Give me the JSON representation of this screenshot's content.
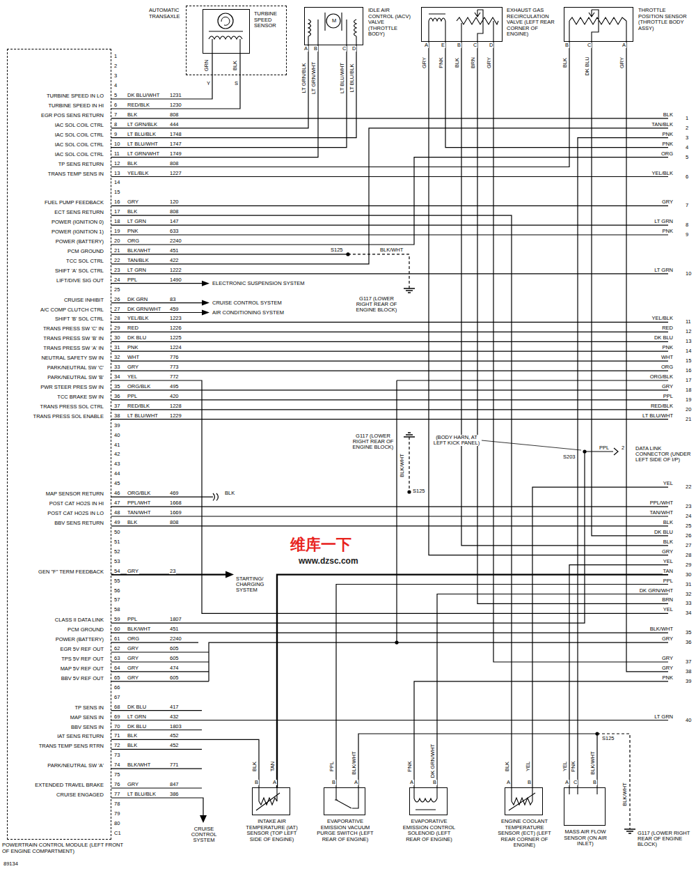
{
  "diagram": {
    "nodes": [
      {
        "text": [
          "POWERTRAIN CONTROL MODULE (LEFT FRONT OF ENGINE COMPARTMENT)"
        ]
      },
      {
        "text": [
          "AUTOMATIC TRANSAXLE"
        ]
      },
      {
        "text": [
          "TURBINE SPEED SENSOR"
        ],
        "in": 1
      },
      {
        "text": [
          "IDLE AIR CONTROL (IACV) VALVE (THROTTLE BODY)"
        ]
      },
      {
        "text": [
          "EXHAUST GAS RECIRCULATION VALVE (LEFT REAR CORNER OF ENGINE)"
        ]
      },
      {
        "text": [
          "THROTTLE POSITION SENSOR (THROTTLE BODY ASSY)"
        ]
      },
      {
        "text": [
          "INTAKE AIR TEMPERATURE (IAT) SENSOR (TOP LEFT SIDE OF ENGINE)"
        ]
      },
      {
        "text": [
          "EVAPORATIVE EMISSION VACUUM PURGE SWITCH (LEFT REAR OF ENGINE)"
        ]
      },
      {
        "text": [
          "EVAPORATIVE EMISSION CONTROL SOLENOID (LEFT REAR OF ENGINE)"
        ]
      },
      {
        "text": [
          "ENGINE COOLANT TEMPERATURE SENSOR (ECT) (LEFT REAR CORNER OF ENGINE)"
        ]
      },
      {
        "text": [
          "MASS AIR FLOW SENSOR (ON AIR INLET)"
        ]
      }
    ],
    "edges": [
      {
        "from": 0,
        "to": 2,
        "arrow": "none"
      },
      {
        "from": 0,
        "to": 2,
        "arrow": "none"
      },
      {
        "from": 0,
        "to": 3,
        "arrow": "none"
      },
      {
        "from": 0,
        "to": 3,
        "arrow": "none"
      },
      {
        "from": 0,
        "to": 3,
        "arrow": "none"
      },
      {
        "from": 0,
        "to": 3,
        "arrow": "none"
      },
      {
        "from": 0,
        "to": 5,
        "arrow": "none"
      },
      {
        "from": 0,
        "to": 9,
        "arrow": "none"
      },
      {
        "from": 0,
        "to": 6,
        "arrow": "none"
      }
    ],
    "labels": [
      "TURBINE SPEED IN LO",
      "DK BLU/WHT",
      "1231",
      "TURBINE SPEED IN HI",
      "RED/BLK",
      "1230",
      "EGR POS SENS RETURN",
      "BLK",
      "808",
      "IAC SOL COIL CTRL",
      "LT GRN/BLK",
      "444",
      "IAC SOL COIL CTRL",
      "LT BLU/BLK",
      "1748",
      "IAC SOL COIL CTRL",
      "LT BLU/WHT",
      "1747",
      "IAC SOL COIL CTRL",
      "LT GRN/WHT",
      "1749",
      "TP SENS RETURN",
      "BLK",
      "808",
      "TRANS TEMP SENS IN",
      "YEL/BLK",
      "1227",
      "FUEL PUMP FEEDBACK",
      "GRY",
      "120",
      "ECT SENS RETURN",
      "BLK",
      "808",
      "POWER (IGNITION 0)",
      "LT GRN",
      "147",
      "POWER (IGNITION 1)",
      "PNK",
      "633",
      "POWER (BATTERY)",
      "ORG",
      "2240",
      "PCM GROUND",
      "BLK/WHT",
      "451",
      "TCC SOL CTRL",
      "TAN/BLK",
      "422",
      "SHIFT 'A' SOL CTRL",
      "LT GRN",
      "1222",
      "LIFT/DIVE SIG OUT",
      "PPL",
      "1490",
      "CRUISE INHIBIT",
      "DK GRN",
      "83",
      "A/C COMP CLUTCH CTRL",
      "DK GRN/WHT",
      "459",
      "SHIFT 'B' SOL CTRL",
      "YEL/BLK",
      "1223",
      "TRANS PRESS SW 'C' IN",
      "RED",
      "1226",
      "TRANS PRESS SW 'B' IN",
      "DK BLU",
      "1225",
      "TRANS PRESS SW 'A' IN",
      "PNK",
      "1224",
      "NEUTRAL SAFETY SW IN",
      "WHT",
      "776",
      "PARK/NEUTRAL SW 'C'",
      "GRY",
      "773",
      "PARK/NEUTRAL SW 'B'",
      "YEL",
      "772",
      "PWR STEER PRES SW IN",
      "ORG/BLK",
      "495",
      "TCC BRAKE SW IN",
      "PPL",
      "420",
      "TRANS PRESS SOL CTRL",
      "RED/BLK",
      "1228",
      "TRANS PRESS SOL ENABLE",
      "LT BLU/WHT",
      "1229",
      "MAP SENSOR RETURN",
      "ORG/BLK",
      "469",
      "POST CAT HO2S IN HI",
      "PPL/WHT",
      "1668",
      "POST CAT HO2S IN LO",
      "TAN/WHT",
      "1669",
      "BBV SENS RETURN",
      "BLK",
      "808",
      "GEN \"F\" TERM FEEDBACK",
      "GRY",
      "23",
      "CLASS II DATA LINK",
      "PPL",
      "1807",
      "PCM GROUND",
      "BLK/WHT",
      "451",
      "POWER (BATTERY)",
      "ORG",
      "2240",
      "EGR 5V REF OUT",
      "GRY",
      "605",
      "TPS 5V REF OUT",
      "GRY",
      "605",
      "MAP 5V REF OUT",
      "GRY",
      "474",
      "BBV 5V REF OUT",
      "GRY",
      "605",
      "TP SENS IN",
      "DK BLU",
      "417",
      "MAP SENS IN",
      "LT GRN",
      "432",
      "BBV SENS IN",
      "DK BLU",
      "1803",
      "IAT SENS RETURN",
      "BLK",
      "452",
      "TRANS TEMP SENS RTRN",
      "BLK",
      "452",
      "PARK/NEUTRAL SW 'A'",
      "BLK/WHT",
      "771",
      "EXTENDED TRAVEL BRAKE",
      "GRY",
      "847",
      "CRUISE ENGAGED",
      "LT BLU/BLK",
      "386",
      "1",
      "2",
      "3",
      "4",
      "5",
      "6",
      "7",
      "8",
      "9",
      "10",
      "11",
      "12",
      "13",
      "14",
      "15",
      "16",
      "17",
      "18",
      "19",
      "20",
      "21",
      "22",
      "23",
      "24",
      "25",
      "26",
      "27",
      "28",
      "29",
      "30",
      "31",
      "32",
      "33",
      "34",
      "35",
      "36",
      "37",
      "38",
      "39",
      "40",
      "41",
      "42",
      "43",
      "44",
      "45",
      "46",
      "47",
      "48",
      "49",
      "50",
      "51",
      "52",
      "53",
      "54",
      "55",
      "56",
      "57",
      "58",
      "59",
      "60",
      "61",
      "62",
      "63",
      "64",
      "65",
      "66",
      "67",
      "68",
      "69",
      "70",
      "71",
      "72",
      "73",
      "74",
      "75",
      "76",
      "77",
      "78",
      "79",
      "80",
      "C1",
      "BLK",
      "1",
      "TAN/BLK",
      "2",
      "PNK",
      "3",
      "PNK",
      "4",
      "ORG",
      "5",
      "YEL/BLK",
      "6",
      "GRY",
      "7",
      "LT GRN",
      "8",
      "PNK",
      "9",
      "LT GRN",
      "10",
      "YEL/BLK",
      "11",
      "RED",
      "12",
      "DK BLU",
      "13",
      "PNK",
      "14",
      "WHT",
      "15",
      "ORG",
      "16",
      "ORG/BLK",
      "17",
      "GRY",
      "18",
      "PPL",
      "19",
      "RED/BLK",
      "20",
      "LT BLU/WHT",
      "21",
      "YEL",
      "22",
      "PPL/WHT",
      "23",
      "TAN/WHT",
      "24",
      "BLK",
      "25",
      "DK BLU",
      "26",
      "BLK",
      "27",
      "GRY",
      "28",
      "YEL",
      "29",
      "TAN",
      "30",
      "PPL",
      "31",
      "DK GRN/WHT",
      "32",
      "BRN",
      "33",
      "YEL",
      "34",
      "BLK/WHT",
      "35",
      "GRY",
      "36",
      "GRY",
      "37",
      "GRY",
      "38",
      "PNK",
      "39",
      "LT GRN",
      "40",
      "GRN",
      "BLK",
      "Y",
      "S",
      "M",
      "A",
      "B",
      "C",
      "D",
      "LT GRN/BLK",
      "LT GRN/WHT",
      "LT BLU/WHT",
      "LT BLU/BLK",
      "A",
      "E",
      "B",
      "C",
      "D",
      "GRY",
      "PNK",
      "BLK",
      "BRN",
      "GRY",
      "B",
      "C",
      "A",
      "BLK",
      "DK BLU",
      "GRY",
      "ELECTRONIC SUSPENSION SYSTEM",
      "CRUISE CONTROL SYSTEM",
      "AIR CONDITIONING SYSTEM",
      "S125",
      "BLK/WHT",
      "G117 (LOWER RIGHT REAR OF ENGINE BLOCK)",
      "G117 (LOWER RIGHT REAR OF ENGINE BLOCK)",
      "BLK/WHT",
      "S125",
      "(BODY HARN, AT LEFT KICK PANEL)",
      "S203",
      "PPL",
      "2",
      "DATA LINK CONNECTOR (UNDER LEFT SIDE OF I/P)",
      "BLK",
      "STARTING/ CHARGING SYSTEM",
      "CRUISE CONTROL SYSTEM",
      "BLK",
      "TAN",
      "B",
      "A",
      "PPL",
      "BLK/WHT",
      "B",
      "A",
      "PNK",
      "DK GRN/WHT",
      "A",
      "B",
      "BLK",
      "YEL",
      "A",
      "B",
      "YEL",
      "PNK",
      "BLK/WHT",
      "A",
      "C",
      "B",
      "S125",
      "BLK/WHT",
      "G117 (LOWER RIGHT REAR OF ENGINE BLOCK)",
      "89134",
      "维库一下",
      "www.dzsc.com"
    ]
  }
}
